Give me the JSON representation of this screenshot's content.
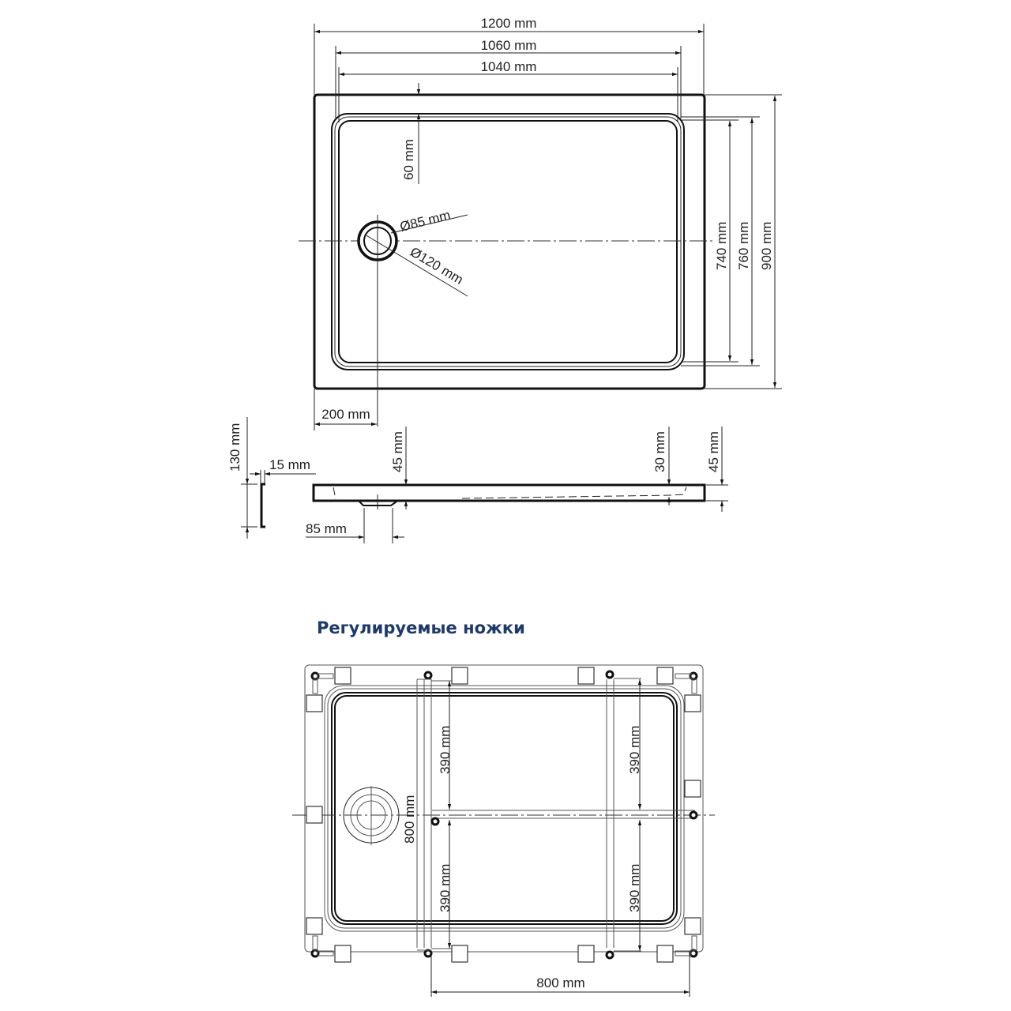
{
  "top_view": {
    "width_overall": "1200 mm",
    "width_inner_outer": "1060 mm",
    "width_inner": "1040 mm",
    "depth_inner": "740 mm",
    "depth_inner_outer": "760 mm",
    "depth_overall": "900 mm",
    "rim_offset": "60 mm",
    "drain_offset": "200 mm",
    "drain_inner_dia": "Ø85 mm",
    "drain_outer_dia": "Ø120 mm"
  },
  "side_view": {
    "leg_height": "130 mm",
    "leg_width": "15 mm",
    "height_left": "45 mm",
    "inner_depth_right": "30 mm",
    "height_right": "45 mm",
    "drain_width": "85 mm"
  },
  "legs_section": {
    "title": "Регулируемые ножки",
    "leg_spacing_vertical": "800 mm",
    "top_left_span": "390 mm",
    "bottom_left_span": "390 mm",
    "top_right_span": "390 mm",
    "bottom_right_span": "390 mm",
    "leg_spacing_horizontal": "800 mm"
  },
  "colors": {
    "title": "#1f3a68",
    "lines": "#111111"
  }
}
